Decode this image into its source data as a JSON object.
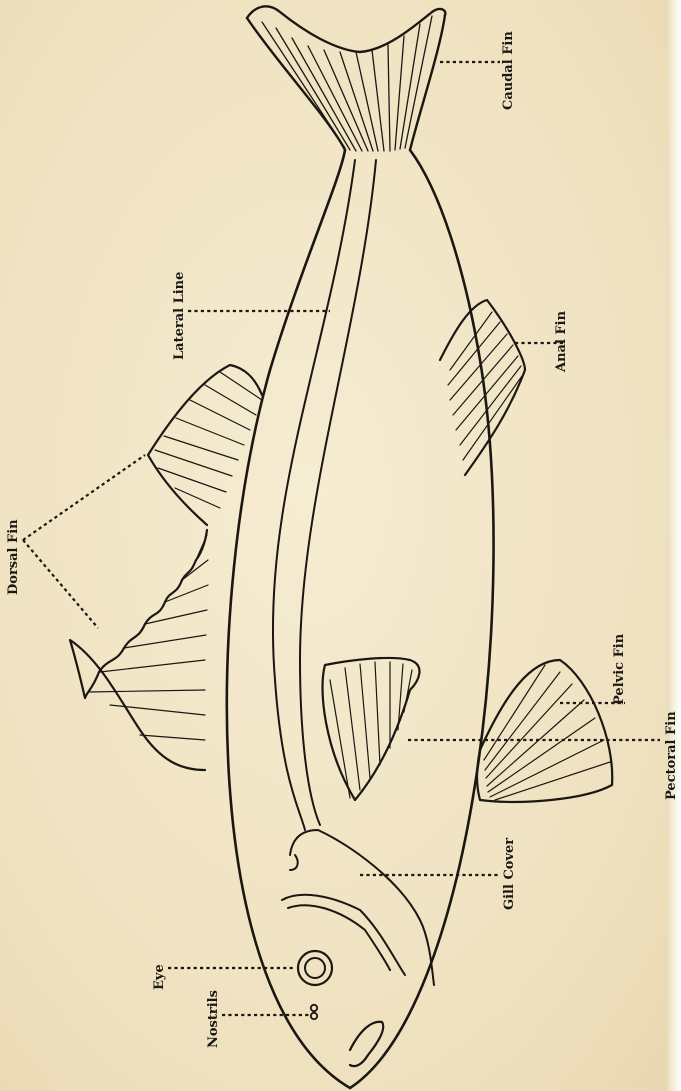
{
  "diagram": {
    "labels": {
      "caudal_fin": "Caudal Fin",
      "lateral_line": "Lateral Line",
      "anal_fin": "Anal Fin",
      "dorsal_fin": "Dorsal Fin",
      "pelvic_fin": "Pelvic Fin",
      "pectoral_fin": "Pectoral Fin",
      "gill_cover": "Gill Cover",
      "eye": "Eye",
      "nostrils": "Nostrils"
    }
  },
  "colors": {
    "paper": "#f3e7c8",
    "ink": "#1b1712"
  }
}
